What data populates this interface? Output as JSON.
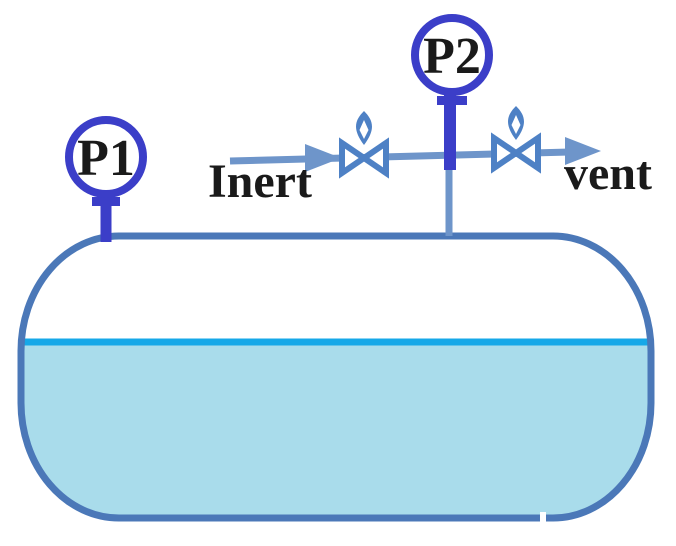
{
  "diagram": {
    "gauges": {
      "p1": {
        "label": "P1"
      },
      "p2": {
        "label": "P2"
      }
    },
    "streams": {
      "inlet_label": "Inert",
      "outlet_label": "vent"
    },
    "icons": {
      "inlet_valve": "valve-icon",
      "vent_valve": "valve-icon",
      "inlet_arrow": "arrow-right-icon",
      "vent_arrow": "arrow-right-icon"
    },
    "colors": {
      "tank-outline": "#4B78B8",
      "pipe": "#6E95CA",
      "valve": "#4E81C5",
      "gauge": "#3B3EC8",
      "liquid": "#A9DCEB",
      "level-line": "#16A8E8",
      "text": "#1a1a1a"
    }
  }
}
